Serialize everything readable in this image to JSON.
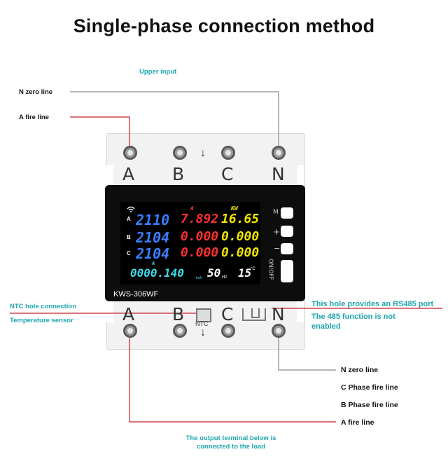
{
  "title": "Single-phase connection method",
  "top_labels": {
    "upper_input": "Upper input",
    "n_zero_line": "N zero line",
    "a_fire_line": "A fire line"
  },
  "terminals_top": [
    "A",
    "B",
    "C",
    "N"
  ],
  "terminals_bottom": [
    "A",
    "B",
    "C",
    "N"
  ],
  "ntc_label": "NTC",
  "arrow_glyph": "↓",
  "display": {
    "row_a": {
      "label": "A",
      "v": "2110",
      "a": "7.892",
      "kw": "16.65"
    },
    "row_b": {
      "label": "B",
      "v": "2104",
      "a": "0.000",
      "kw": "0.000"
    },
    "row_c": {
      "label": "C",
      "v": "2104",
      "a": "0.000",
      "kw": "0.000"
    },
    "header_a": "A",
    "header_kw": "KW",
    "bottom_a_label": "A",
    "energy": "0000.140",
    "energy_unit": "kwh",
    "freq": "50",
    "freq_unit": "Hz",
    "temp": "15",
    "temp_unit": "°C",
    "colors": {
      "voltage": "#3a7dff",
      "current": "#ff3030",
      "power": "#f2e600",
      "energy": "#3fd9e6",
      "white": "#ffffff"
    }
  },
  "buttons": {
    "m": "M",
    "plus": "+",
    "minus": "−",
    "onoff": "ON/OFF"
  },
  "model": "KWS-306WF",
  "left_labels": {
    "ntc_hole": "NTC hole connection",
    "temp_sensor": "Temperature sensor"
  },
  "right_labels": {
    "rs485": "This hole provides an RS485 port",
    "rs485_note1": "The 485 function is not",
    "rs485_note2": "enabled"
  },
  "bottom_right_labels": {
    "n_zero": "N zero line",
    "c_phase": "C Phase fire line",
    "b_phase": "B Phase fire line",
    "a_fire": "A fire line"
  },
  "output_note": {
    "line1": "The output terminal below is",
    "line2": "connected to the load"
  },
  "line_colors": {
    "gray": "#8a8a8a",
    "red": "#c8202a"
  }
}
